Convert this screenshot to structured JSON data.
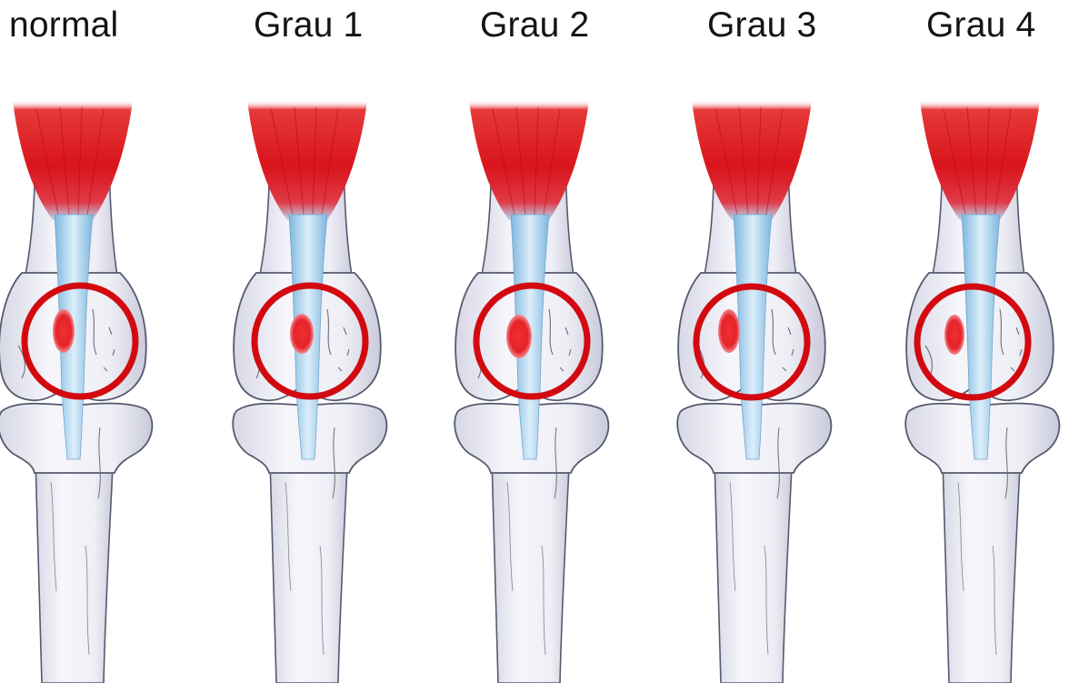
{
  "grades": [
    {
      "label": "normal"
    },
    {
      "label": "Grau 1"
    },
    {
      "label": "Grau 2"
    },
    {
      "label": "Grau 3"
    },
    {
      "label": "Grau 4"
    }
  ],
  "colors": {
    "muscle": "#e0141c",
    "tendon": "#a9d4ee",
    "bone_fill": "#eeeef6",
    "bone_outline": "#555a6e",
    "highlight_circle": "#d20a10",
    "lesion": "#e5232a"
  },
  "icons": {
    "highlight": "red-circle-outline",
    "lesion": "red-lesion-spot"
  }
}
